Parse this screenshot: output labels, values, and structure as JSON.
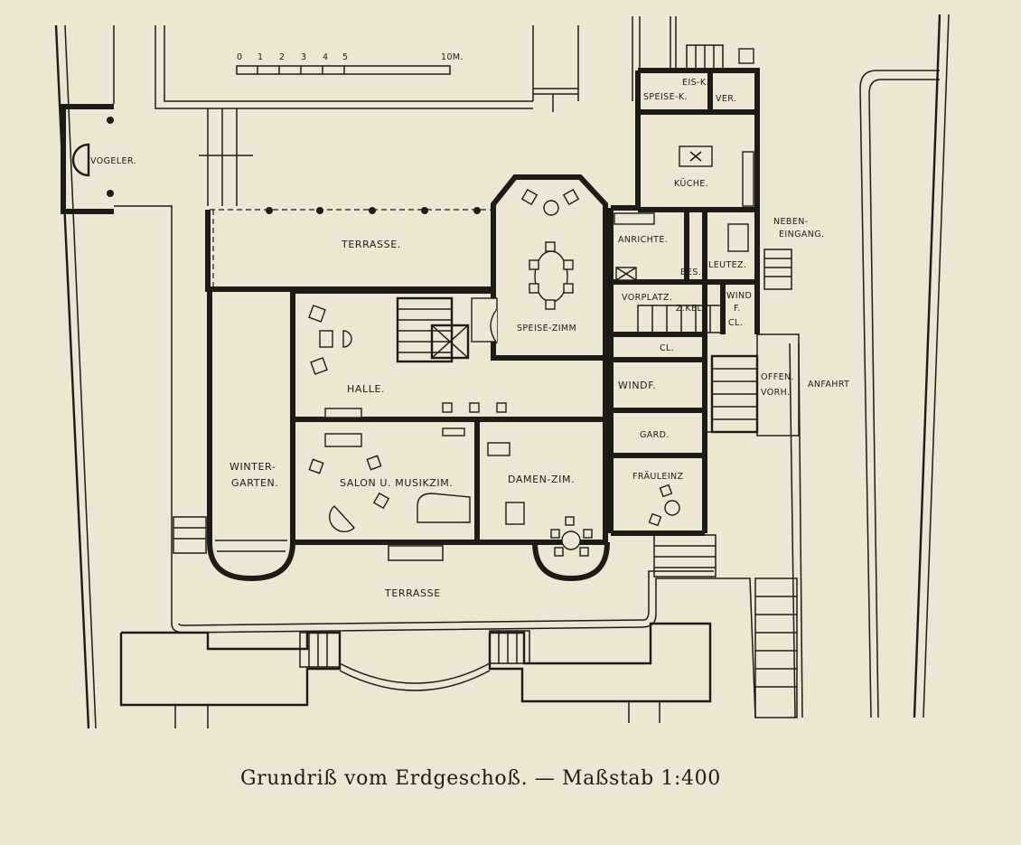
{
  "plan": {
    "scale_bar": {
      "ticks": [
        "0",
        "1",
        "2",
        "3",
        "4",
        "5"
      ],
      "end_label": "10M."
    },
    "rooms": {
      "vogeler": "VOGELER.",
      "speise_k": "SPEISE-K.",
      "eis_k": "EIS-K.",
      "ver": "VER.",
      "kueche": "KÜCHE.",
      "neben_eingang_1": "NEBEN-",
      "neben_eingang_2": "EINGANG.",
      "anrichte": "ANRICHTE.",
      "leutez": "LEUTEZ.",
      "bes": "BES.",
      "terrasse_top": "TERRASSE.",
      "speise_zimm": "SPEISE-ZIMM",
      "halle": "HALLE.",
      "vorplatz": "VORPLATZ.",
      "z_kell": "Z.KELL",
      "windf_small_1": "WIND",
      "windf_small_2": "F.",
      "cl_1": "CL.",
      "cl_2": "CL.",
      "windf": "WINDF.",
      "offen_1": "OFFEN.",
      "offen_2": "VORH.",
      "anfahrt": "ANFAHRT",
      "gard": "GARD.",
      "winter_1": "WINTER-",
      "winter_2": "GARTEN.",
      "salon": "SALON U. MUSIKZIM.",
      "damen": "DAMEN-ZIM.",
      "fraeulein": "FRÄULEINZ",
      "terrasse_bottom": "TERRASSE"
    }
  },
  "caption": "Grundriß vom Erdgeschoß. — Maßstab 1:400"
}
